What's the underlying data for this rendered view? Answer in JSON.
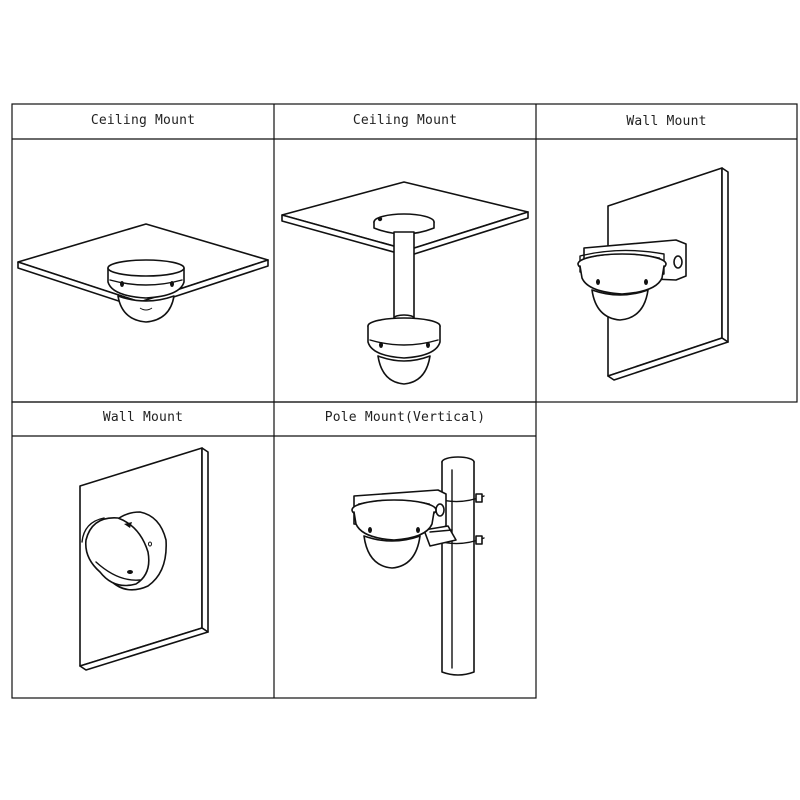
{
  "mounts": [
    {
      "title": "Ceiling Mount"
    },
    {
      "title": "Ceiling Mount"
    },
    {
      "title": "Wall Mount"
    },
    {
      "title": "Wall Mount"
    },
    {
      "title": "Pole Mount(Vertical)"
    }
  ]
}
